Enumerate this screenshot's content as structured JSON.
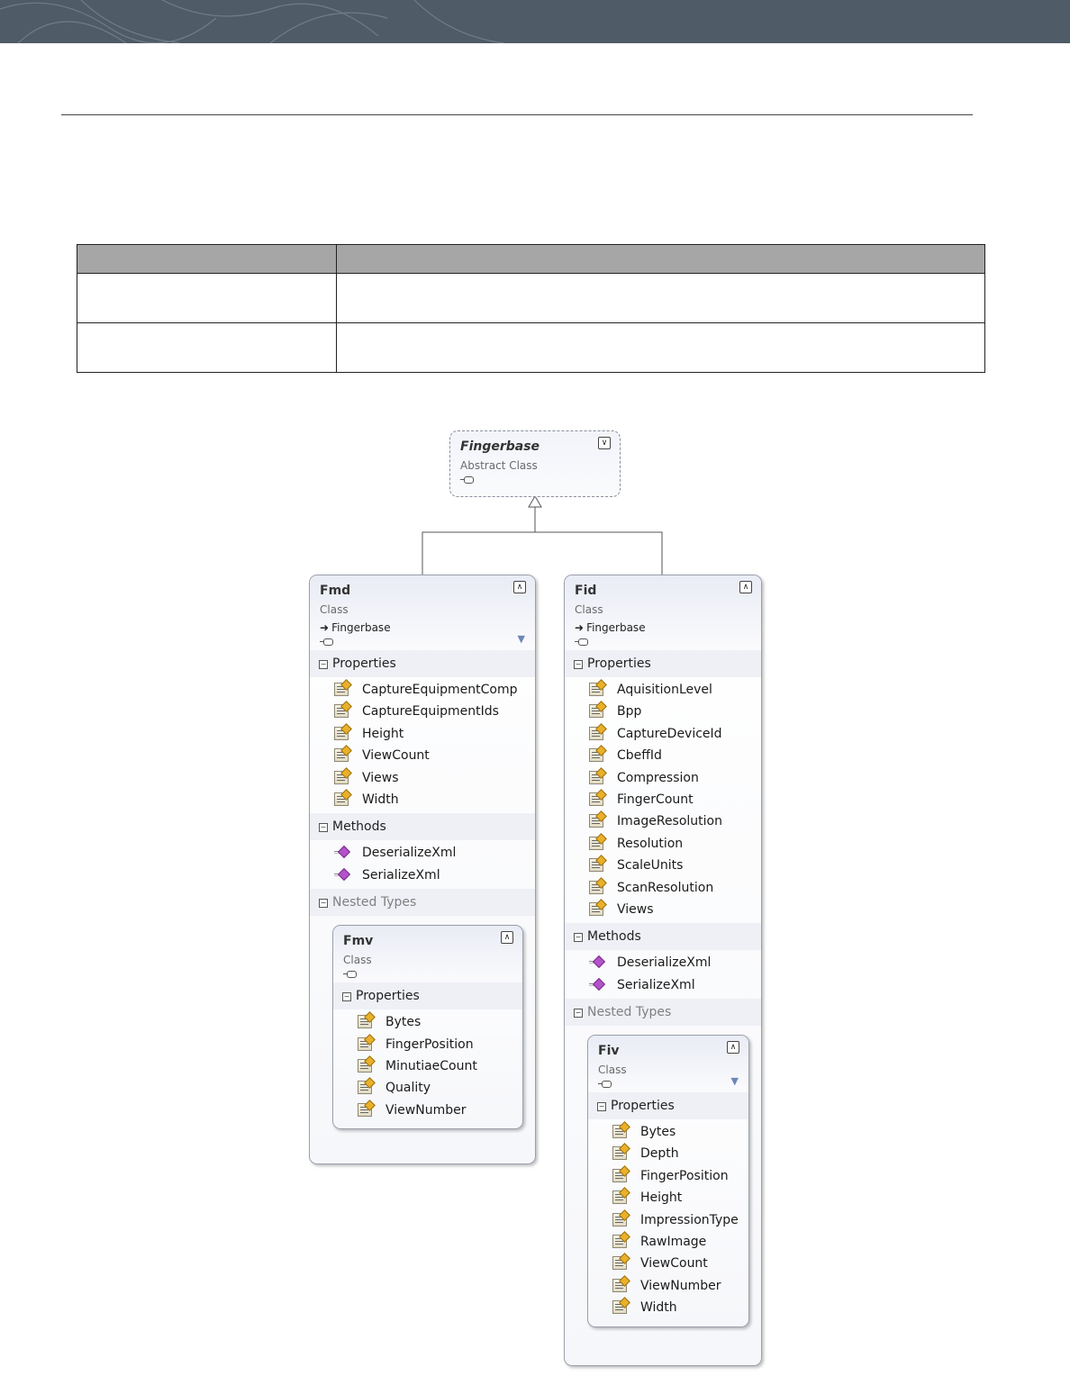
{
  "diagram": {
    "base_class": {
      "name": "Fingerbase",
      "kind": "Abstract Class"
    },
    "fmd": {
      "name": "Fmd",
      "kind": "Class",
      "base": "Fingerbase",
      "properties_label": "Properties",
      "properties": [
        "CaptureEquipmentComp",
        "CaptureEquipmentIds",
        "Height",
        "ViewCount",
        "Views",
        "Width"
      ],
      "methods_label": "Methods",
      "methods": [
        "DeserializeXml",
        "SerializeXml"
      ],
      "nested_label": "Nested Types",
      "nested": {
        "name": "Fmv",
        "kind": "Class",
        "properties_label": "Properties",
        "properties": [
          "Bytes",
          "FingerPosition",
          "MinutiaeCount",
          "Quality",
          "ViewNumber"
        ]
      }
    },
    "fid": {
      "name": "Fid",
      "kind": "Class",
      "base": "Fingerbase",
      "properties_label": "Properties",
      "properties": [
        "AquisitionLevel",
        "Bpp",
        "CaptureDeviceId",
        "CbeffId",
        "Compression",
        "FingerCount",
        "ImageResolution",
        "Resolution",
        "ScaleUnits",
        "ScanResolution",
        "Views"
      ],
      "methods_label": "Methods",
      "methods": [
        "DeserializeXml",
        "SerializeXml"
      ],
      "nested_label": "Nested Types",
      "nested": {
        "name": "Fiv",
        "kind": "Class",
        "properties_label": "Properties",
        "properties": [
          "Bytes",
          "Depth",
          "FingerPosition",
          "Height",
          "ImpressionType",
          "RawImage",
          "ViewCount",
          "ViewNumber",
          "Width"
        ]
      }
    },
    "icons": {
      "property": "property-icon",
      "method": "method-icon",
      "collapse": "collapse-chevrons-icon",
      "expand": "expand-chevrons-icon",
      "filter": "filter-icon",
      "interface": "lollipop-icon"
    },
    "colors": {
      "banner": "#4f5b66",
      "header_gradient": "#e9ecf5",
      "section_bg": "#eef0f6",
      "table_header": "#a6a6a6"
    }
  }
}
